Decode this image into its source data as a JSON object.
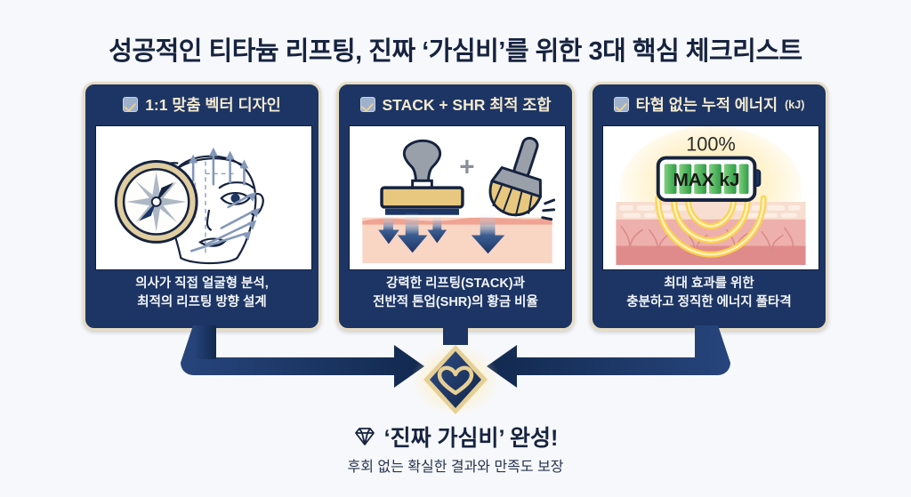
{
  "page": {
    "title": "성공적인 티타늄 리프팅, 진짜 ‘가심비’를 위한 3대 핵심 체크리스트",
    "background_color": "#f7f8fb",
    "navy": "#1d3564",
    "gold": "#e5dcc2",
    "text_dark": "#16233f"
  },
  "cards": [
    {
      "heading": "1:1 맞춤 벡터 디자인",
      "unit": "",
      "caption": "의사가 직접 얼굴형 분석,\n최적의 리프팅 방향 설계",
      "art": "face-compass-illustration"
    },
    {
      "heading": "STACK + SHR 최적 조합",
      "unit": "",
      "caption": "강력한 리프팅(STACK)과\n전반적 톤업(SHR)의 황금 비율",
      "art": "stamp-brush-skin-illustration"
    },
    {
      "heading": "타협 없는 누적 에너지",
      "unit": "(kJ)",
      "caption": "최대 효과를 위한\n충분하고 정직한 에너지 풀타격",
      "art": "battery-energy-skin-illustration"
    }
  ],
  "card3_art": {
    "percent_label": "100%",
    "battery_label": "MAX kJ",
    "battery_color": "#4cb050"
  },
  "card2_art": {
    "plus_sign": "+"
  },
  "emblem": {
    "name": "heart-diamond-emblem",
    "shape": "diamond",
    "icon": "heart-icon"
  },
  "footer": {
    "headline": "‘진짜 가심비’ 완성!",
    "icon": "diamond-gem-icon",
    "subline": "후회 없는 확실한 결과와 만족도 보장"
  }
}
